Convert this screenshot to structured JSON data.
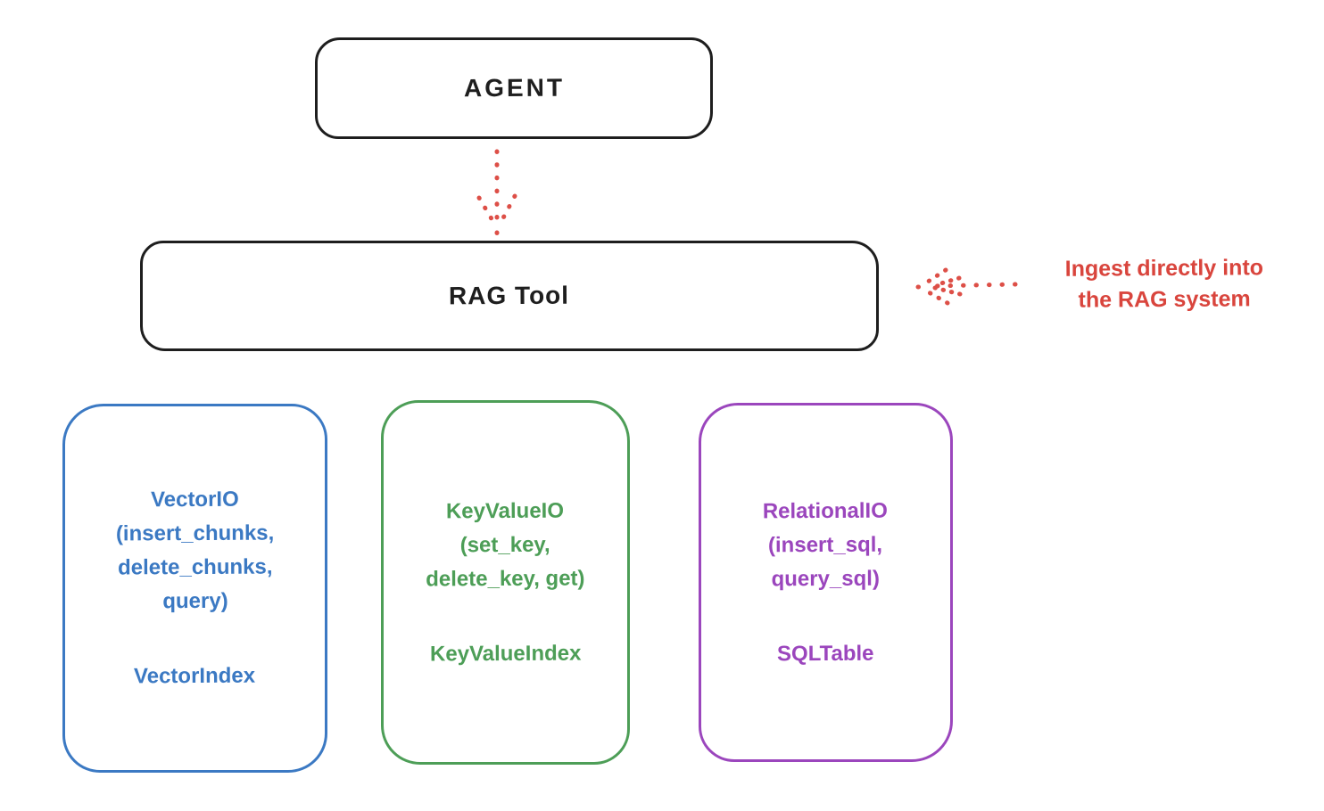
{
  "canvas": {
    "background": "#ffffff"
  },
  "nodes": {
    "agent": {
      "label": "AGENT",
      "border_color": "#1e1e1e"
    },
    "rag_tool": {
      "label": "RAG Tool",
      "border_color": "#1e1e1e"
    },
    "vector": {
      "io_text": "VectorIO\n(insert_chunks,\ndelete_chunks,\nquery)",
      "index_text": "VectorIndex",
      "color": "#3b79c3"
    },
    "keyvalue": {
      "io_text": "KeyValueIO\n(set_key,\ndelete_key, get)",
      "index_text": "KeyValueIndex",
      "color": "#4d9e57"
    },
    "relational": {
      "io_text": "RelationalIO\n(insert_sql,\nquery_sql)",
      "index_text": "SQLTable",
      "color": "#9b46bd"
    }
  },
  "annotation": {
    "text": "Ingest directly into\nthe RAG system",
    "color": "#d9453d"
  },
  "arrows": {
    "agent_to_rag": {
      "style": "dotted",
      "color": "#dd4f47",
      "direction": "down",
      "from": "agent",
      "to": "rag_tool"
    },
    "ingest_into_rag": {
      "style": "dotted",
      "color": "#dd4f47",
      "direction": "left",
      "from": "annotation",
      "to": "rag_tool"
    }
  }
}
